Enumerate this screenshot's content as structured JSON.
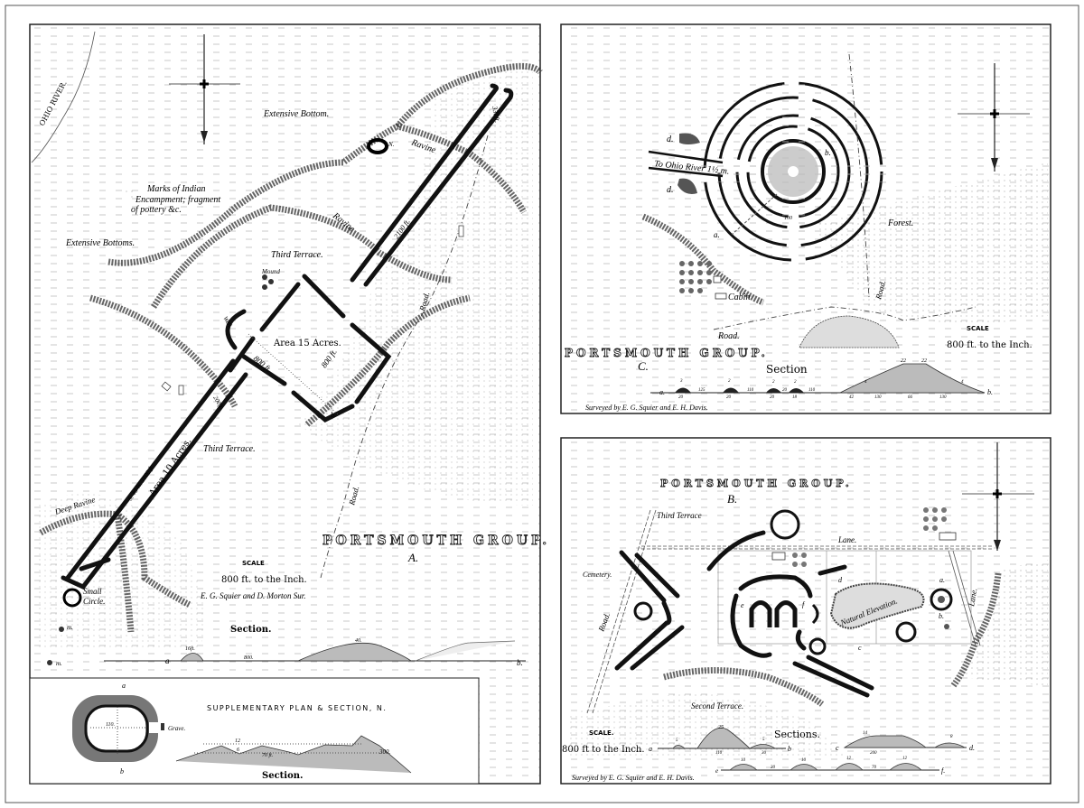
{
  "plan_a": {
    "title": "PORTSMOUTH GROUP.",
    "letter": "A.",
    "labels": {
      "ohio_river": "OHIO RIVER.",
      "extensive_bottom": "Extensive Bottom.",
      "marks_1": "Marks of Indian",
      "marks_2": "Encampment; fragment",
      "marks_3": "of pottery &c.",
      "extensive_bottoms": "Extensive Bottoms.",
      "ravine_1": "Ravine",
      "ravine_2": "Ravine",
      "third_terrace_1": "Third Terrace.",
      "third_terrace_2": "Third Terrace.",
      "mound": "Mound",
      "well": "Well",
      "area_15": "Area 15 Acres.",
      "dim_800_1": "800 ft.",
      "dim_800_2": "800 ft.",
      "dim_2100_1": "2100 ft.",
      "dim_2100_2": "S. 40 W. 2100 ft.",
      "dim_330": "330ft.",
      "dim_200": "200ft.",
      "area_10": "Area 10 Acres.",
      "road": "Road.",
      "deep_ravine": "Deep Ravine",
      "small_circle_1": "Small",
      "small_circle_2": "Circle.",
      "m1": "m.",
      "m2": "m.",
      "n": "N.",
      "b": "b."
    },
    "scale_heading": "SCALE",
    "scale_text": "800 ft. to the Inch.",
    "surveyors": "E. G. Squier and D. Morton Sur.",
    "section": {
      "heading": "Section.",
      "a": "a",
      "b": "b.",
      "h1": "16ft.",
      "d1": "800.",
      "h2": "40."
    }
  },
  "supplementary": {
    "title": "SUPPLEMENTARY PLAN & SECTION, N.",
    "a": "a",
    "b": "b",
    "diam": "110.",
    "grave": "Grave.",
    "section_heading": "Section.",
    "h": "12",
    "h2": "6",
    "w": "70 ft.",
    "total": "300."
  },
  "plan_c": {
    "title": "PORTSMOUTH GROUP.",
    "letter": "C.",
    "labels": {
      "to_river": "To Ohio River 1½ m.",
      "forest": "Forest.",
      "cabin": "Cabin",
      "road_1": "Road.",
      "road_2": "Road.",
      "d1": "d.",
      "d2": "d.",
      "a": "a.",
      "b": "b.",
      "dim": "100"
    },
    "scale_heading": "SCALE",
    "scale_text": "800 ft. to the Inch.",
    "section": {
      "heading": "Section",
      "a": "a.",
      "b": "b.",
      "heights": [
        "3",
        "2",
        "2",
        "2",
        "22",
        "22",
        "4",
        "4"
      ],
      "widths": [
        "20",
        "125",
        "20",
        "110",
        "20",
        "18",
        "20",
        "110",
        "42",
        "130",
        "66",
        "130"
      ]
    },
    "surveyors": "Surveyed by E. G. Squier and E. H. Davis."
  },
  "plan_b": {
    "title": "PORTSMOUTH GROUP.",
    "letter": "B.",
    "labels": {
      "third_terrace": "Third Terrace",
      "lane_1": "Lane.",
      "lane_2": "Lane.",
      "cemetery": "Cemetery.",
      "road": "Road.",
      "natural_elevation": "Natural Elevation.",
      "second_terrace": "Second Terrace.",
      "a": "a.",
      "b": "b.",
      "c": "c",
      "d": "d",
      "e": "e",
      "f": "f"
    },
    "scale_heading": "SCALE.",
    "scale_text": "800 ft to the Inch.",
    "sections": {
      "heading": "Sections.",
      "ab": {
        "a": "a",
        "b": "b",
        "h": [
          "5",
          "25",
          "5"
        ],
        "w": [
          "110",
          "30"
        ]
      },
      "cd": {
        "c": "c",
        "d": "d.",
        "h": [
          "14",
          "8"
        ],
        "w": [
          "200"
        ]
      },
      "ef": {
        "e": "e",
        "f": "f.",
        "h": [
          "10",
          "10",
          "12",
          "12"
        ],
        "w": [
          "30",
          "70"
        ]
      }
    },
    "surveyors": "Surveyed by E. G. Squier and E. H. Davis."
  }
}
